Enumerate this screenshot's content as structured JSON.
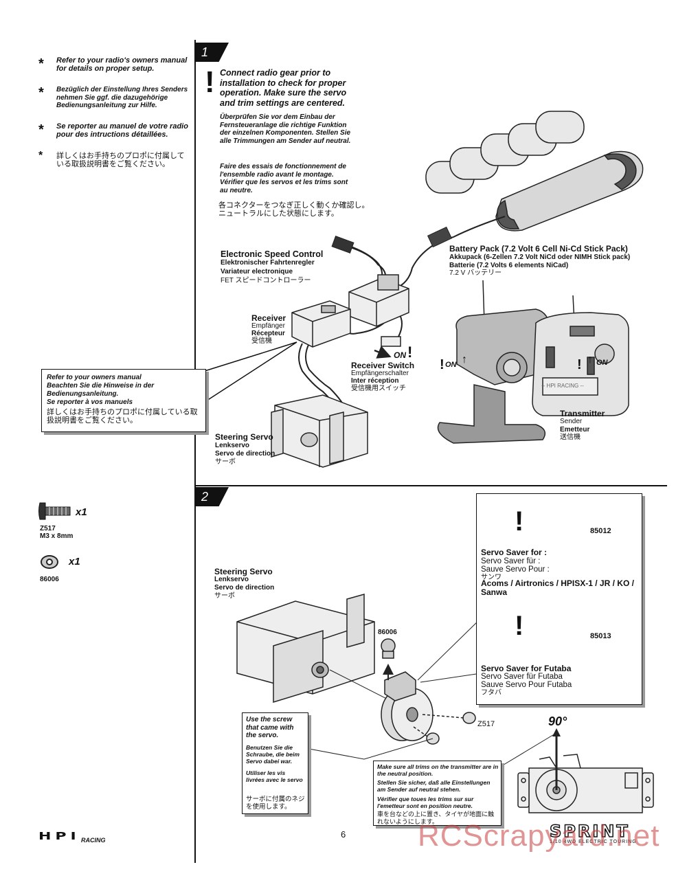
{
  "left_notes": [
    "Refer to your radio's owners manual for details on proper setup.",
    "Bezüglich der Einstellung Ihres Senders nehmen Sie ggf. die dazugehörige Bedienungsanleitung zur Hilfe.",
    "Se reporter au manuel de votre radio pour des intructions détaillées.",
    "詳しくはお手持ちのプロポに付属している取扱説明書をご覧ください。"
  ],
  "step1": {
    "number": "1",
    "warning_en": "Connect radio gear prior to installation to check for proper operation. Make sure the servo and trim settings are centered.",
    "warning_de": "Überprüfen Sie vor dem Einbau der Fernsteueranlage die richtige Funktion der einzelnen Komponenten. Stellen Sie alle Trimmungen am Sender auf neutral.",
    "warning_fr": "Faire des essais de fonctionnement de l'ensemble radio avant le montage. Vérifier que les servos et les trims sont au neutre.",
    "warning_jp": "各コネクターをつなぎ正しく動くか確認し。ニュートラルにした状態にします。",
    "esc": {
      "en": "Electronic Speed Control",
      "de": "Elektronischer Fahrtenregler",
      "fr": "Variateur electronique",
      "jp": "FET スピードコントローラー"
    },
    "battery": {
      "en": "Battery Pack (7.2 Volt 6 Cell Ni-Cd Stick Pack)",
      "de": "Akkupack (6-Zellen 7.2 Volt NiCd oder NIMH Stick pack)",
      "fr": "Batterie (7.2 Volts 6 elements NiCad)",
      "jp": "7.2 V バッテリー"
    },
    "receiver": {
      "en": "Receiver",
      "de": "Empfänger",
      "fr": "Récepteur",
      "jp": "受信機"
    },
    "receiver_switch": {
      "en": "Receiver Switch",
      "de": "Empfängerschalter",
      "fr": "Inter réception",
      "jp": "受信機用スイッチ"
    },
    "on_label": "ON",
    "transmitter": {
      "en": "Transmitter",
      "de": "Sender",
      "fr": "Emetteur",
      "jp": "送信機"
    },
    "steering_servo": {
      "en": "Steering Servo",
      "de": "Lenkservo",
      "fr": "Servo de direction",
      "jp": "サーボ"
    },
    "owners_manual_note": [
      "Refer to your owners manual",
      "Beachten Sie die Hinweise in der Bedienungsanleitung.",
      "Se reporter à vos manuels",
      "詳しくはお手持ちのプロポに付属している取扱説明書をご覧ください。"
    ],
    "tx_face_label": "-- HPI RACING --"
  },
  "parts": [
    {
      "code": "Z517",
      "desc": "M3 x 8mm",
      "qty": "x1"
    },
    {
      "code": "86006",
      "desc": "",
      "qty": "x1"
    }
  ],
  "step2": {
    "number": "2",
    "steering_servo": {
      "en": "Steering Servo",
      "de": "Lenkservo",
      "fr": "Servo de direction",
      "jp": "サーボ"
    },
    "part_86006": "86006",
    "part_z517": "Z517",
    "saver1_code": "85012",
    "saver1_title": "Servo Saver for :",
    "saver1_de": "Servo Saver für :",
    "saver1_fr": "Sauve Servo Pour :",
    "saver1_jp": "サンワ",
    "saver1_brands": "Acoms / Airtronics / HPISX-1 / JR / KO / Sanwa",
    "saver2_code": "85013",
    "saver2_title": "Servo Saver for Futaba",
    "saver2_de": "Servo Saver für Futaba",
    "saver2_fr": "Sauve Servo Pour Futaba",
    "saver2_jp": "フタバ",
    "screw_note": {
      "en": "Use the screw that came with the servo.",
      "de": "Benutzen Sie die Schraube, die beim Servo dabei war.",
      "fr": "Utiliser les vis livrées avec le servo",
      "jp": "サーボに付属のネジを使用します。"
    },
    "trim_note": {
      "en": "Make sure all trims on the transmitter are in the neutral position.",
      "de": "Stellen Sie sicher, daß alle Einstellungen am Sender auf neutral stehen.",
      "fr": "Vérifier que toues les trims sur sur l'emetteur sont en position neutre.",
      "jp": "車を台などの上に置き、タイヤが地面に触れないようにします。"
    },
    "angle": "90°"
  },
  "footer": {
    "page_number": "6",
    "brand_logo": "HPI",
    "brand_sub": "RACING",
    "sprint_logo": "SPRINT",
    "sprint_sub": "1/10 4WD ELECTRIC TOURING",
    "watermark": "RCScrapyard.net"
  }
}
